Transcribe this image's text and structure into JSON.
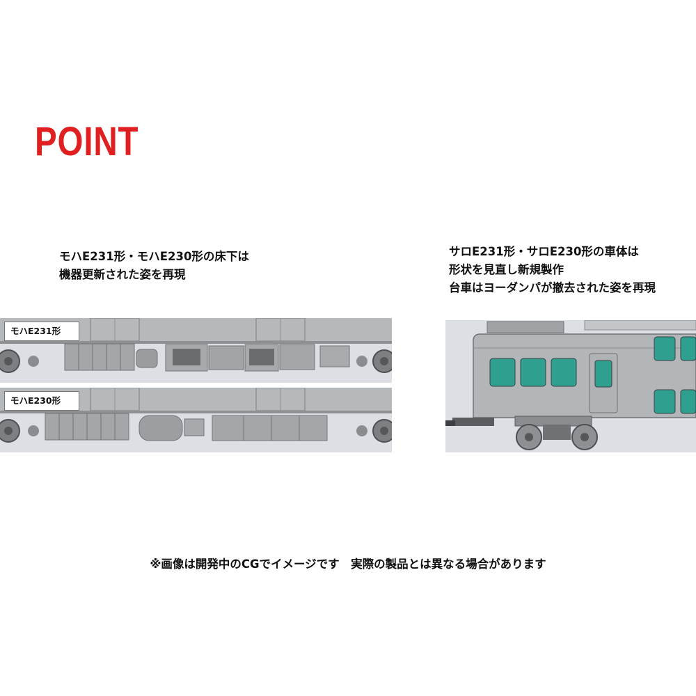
{
  "title": "POINT",
  "left_caption": {
    "line1": "モハE231形・モハE230形の床下は",
    "line2": "機器更新された姿を再現"
  },
  "right_caption": {
    "line1": "サロE231形・サロE230形の車体は",
    "line2": "形状を見直し新規製作",
    "line3": "台車はヨーダンパが撤去された姿を再現"
  },
  "car_labels": {
    "car1": "モハE231形",
    "car2": "モハE230形"
  },
  "disclaimer": "※画像は開発中のCGでイメージです　実際の製品とは異なる場合があります",
  "colors": {
    "title": "#e02020",
    "panel_bg": "#dcdfe3",
    "body_gray": "#a9acae",
    "window_green": "#2f9f8f"
  }
}
